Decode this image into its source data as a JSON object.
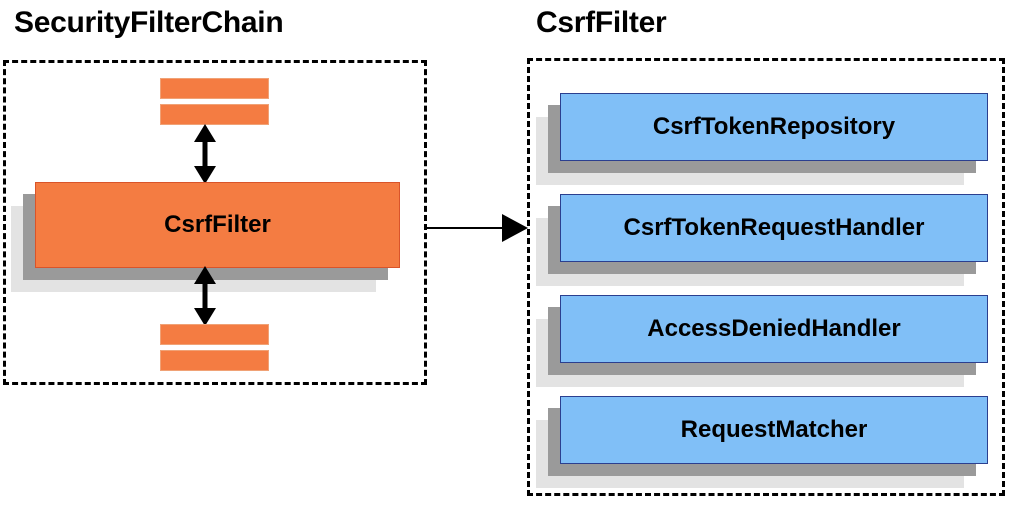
{
  "diagram": {
    "type": "component-relationship-diagram",
    "background": "#ffffff",
    "colors": {
      "orange_fill": "#f47c42",
      "orange_border": "#d9542a",
      "blue_fill": "#80bff7",
      "blue_border": "#2b3f8f",
      "shadow_mid": "#9a9a9a",
      "shadow_back": "#e3e3e3",
      "outline": "#000000"
    }
  },
  "panels": [
    {
      "id": "security-filter-chain",
      "title": "SecurityFilterChain",
      "border_style": "dashed",
      "nodes": [
        {
          "id": "filter-bar-top-1",
          "label": "",
          "style": "orange-bar"
        },
        {
          "id": "filter-bar-top-2",
          "label": "",
          "style": "orange-bar"
        },
        {
          "id": "csrf-filter",
          "label": "CsrfFilter",
          "style": "orange-stack"
        },
        {
          "id": "filter-bar-bottom-1",
          "label": "",
          "style": "orange-bar"
        },
        {
          "id": "filter-bar-bottom-2",
          "label": "",
          "style": "orange-bar"
        }
      ]
    },
    {
      "id": "csrf-filter-detail",
      "title": "CsrfFilter",
      "border_style": "dashed",
      "nodes": [
        {
          "id": "csrf-token-repository",
          "label": "CsrfTokenRepository",
          "style": "blue-stack"
        },
        {
          "id": "csrf-token-request-handler",
          "label": "CsrfTokenRequestHandler",
          "style": "blue-stack"
        },
        {
          "id": "access-denied-handler",
          "label": "AccessDeniedHandler",
          "style": "blue-stack"
        },
        {
          "id": "request-matcher",
          "label": "RequestMatcher",
          "style": "blue-stack"
        }
      ]
    }
  ],
  "connectors": [
    {
      "id": "chain-above-csrf",
      "kind": "double-arrow-vertical",
      "from": "filter-bar-top-2",
      "to": "csrf-filter"
    },
    {
      "id": "chain-below-csrf",
      "kind": "double-arrow-vertical",
      "from": "csrf-filter",
      "to": "filter-bar-bottom-1"
    },
    {
      "id": "csrf-expansion",
      "kind": "single-arrow-right",
      "from": "security-filter-chain",
      "to": "csrf-filter-detail"
    }
  ]
}
